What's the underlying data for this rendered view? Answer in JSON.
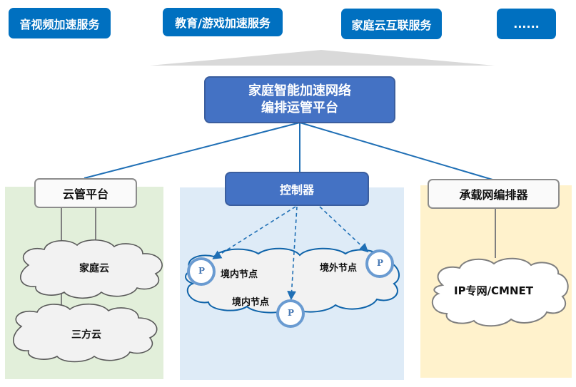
{
  "services": [
    {
      "label": "音视频加速服务"
    },
    {
      "label": "教育/游戏加速服务"
    },
    {
      "label": "家庭云互联服务"
    },
    {
      "label": "......"
    }
  ],
  "platform": {
    "line1": "家庭智能加速网络",
    "line2": "编排运管平台"
  },
  "zones": {
    "cloud_mgmt": {
      "title": "云管平台",
      "clouds": [
        "家庭云",
        "三方云"
      ]
    },
    "controller": {
      "title": "控制器",
      "nodes": [
        {
          "label": "境内节点",
          "icon": "P"
        },
        {
          "label": "境内节点",
          "icon": "P"
        },
        {
          "label": "境外节点",
          "icon": "P"
        }
      ]
    },
    "bearer": {
      "title": "承载网编排器",
      "clouds": [
        "IP专网/CMNET"
      ]
    }
  },
  "colors": {
    "service_blue": "#0070c0",
    "platform_blue": "#4472c4",
    "line_blue": "#1f6fb5",
    "zone_green": "#e2efda",
    "zone_blue": "#deebf7",
    "zone_yellow": "#fff2cc"
  }
}
